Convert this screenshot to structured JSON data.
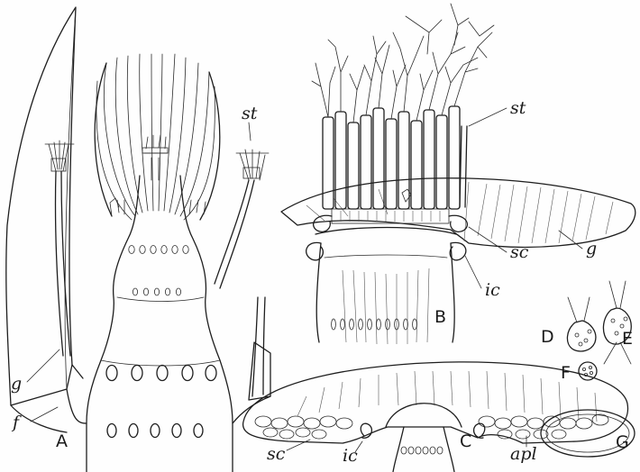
{
  "figure_labels": {
    "A": "A",
    "B": "B",
    "C": "C",
    "D": "D",
    "E": "E",
    "F": "F",
    "G": "G"
  },
  "part_labels": {
    "g_a": "g",
    "f_a": "f",
    "st_a": "st",
    "st_b": "st",
    "sc_b": "sc",
    "ic_b": "ic",
    "g_b": "g",
    "sc_c": "sc",
    "ic_c": "ic",
    "apl_c": "apl"
  },
  "colors": {
    "ink": "#1e1e1e",
    "stipple": "#6a6a6a",
    "paper": "#fefefe"
  }
}
